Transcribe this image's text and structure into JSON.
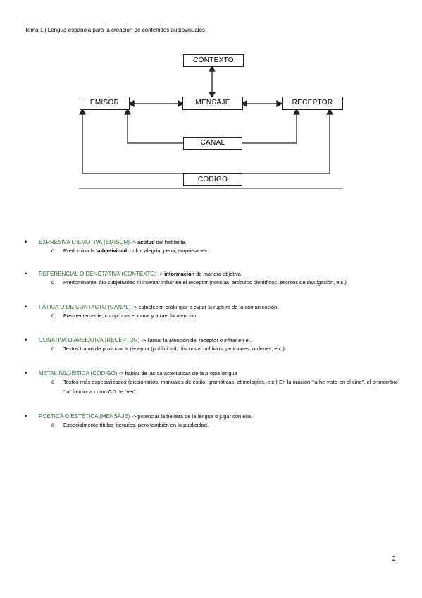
{
  "header": {
    "text": "Tema 1 | Lengua española para la creación de contenidos audiovisuales"
  },
  "diagram": {
    "contexto": "CONTEXTO",
    "emisor": "EMISOR",
    "mensaje": "MENSAJE",
    "receptor": "RECEPTOR",
    "canal": "CANAL",
    "codigo": "CODIGO"
  },
  "functions": [
    {
      "name": "EXPRESIVA O EMOTIVA (EMISOR)",
      "rest": [
        " -> ",
        {
          "b": "actitud"
        },
        " del hablante."
      ],
      "sub": [
        "Predomina la ",
        {
          "b": "subjetividad"
        },
        ": dolor, alegría, pena, sorpresa, etc."
      ]
    },
    {
      "name": "REFERENCIAL O DENOTATIVA (CONTEXTO)",
      "rest": [
        " -> ",
        {
          "b": "información"
        },
        " de manera objetiva."
      ],
      "sub": [
        "Predominante. No subjetividad ni intentar influir en el receptor (noticias, artículos científicos, escritos de divulgación, etc.)"
      ]
    },
    {
      "name": "FÁTICA O DE CONTACTO (CANAL)",
      "rest": [
        " -> establecer, prolongar o evitar la ruptura de la comunicación."
      ],
      "sub": [
        "Frecuentemente, comprobar el canal y atraer la atención."
      ]
    },
    {
      "name": "CONATIVA O APELATIVA (RECEPTOR)",
      "rest": [
        " -> llamar la atención del receptor o influir en él."
      ],
      "sub": [
        "Textos tratan de provocar al receptor (publicidad, discursos políticos, peticiones, órdenes, etc.)"
      ]
    },
    {
      "name": "METALINGÜÍSTICA (CÓDIGO)",
      "rest": [
        " -> hablar de las características de la propia lengua"
      ],
      "sub": [
        "Textos más especializados (diccionarios, manuales de estilo, gramáticas, etimologías, etc.) En la oración “la he visto en el cine”, el pronombre “la” funciona como CD de “ver”."
      ]
    },
    {
      "name": "POÉTICA O ESTÉTICA (MENSAJE)",
      "rest": [
        " -> potenciar la belleza de la lengua o jugar con ella."
      ],
      "sub": [
        "Especialmente títulos literarios, pero también en la publicidad."
      ]
    }
  ],
  "symbols": {
    "bullet": "•",
    "sub_bullet": "o"
  },
  "page_number": "2"
}
